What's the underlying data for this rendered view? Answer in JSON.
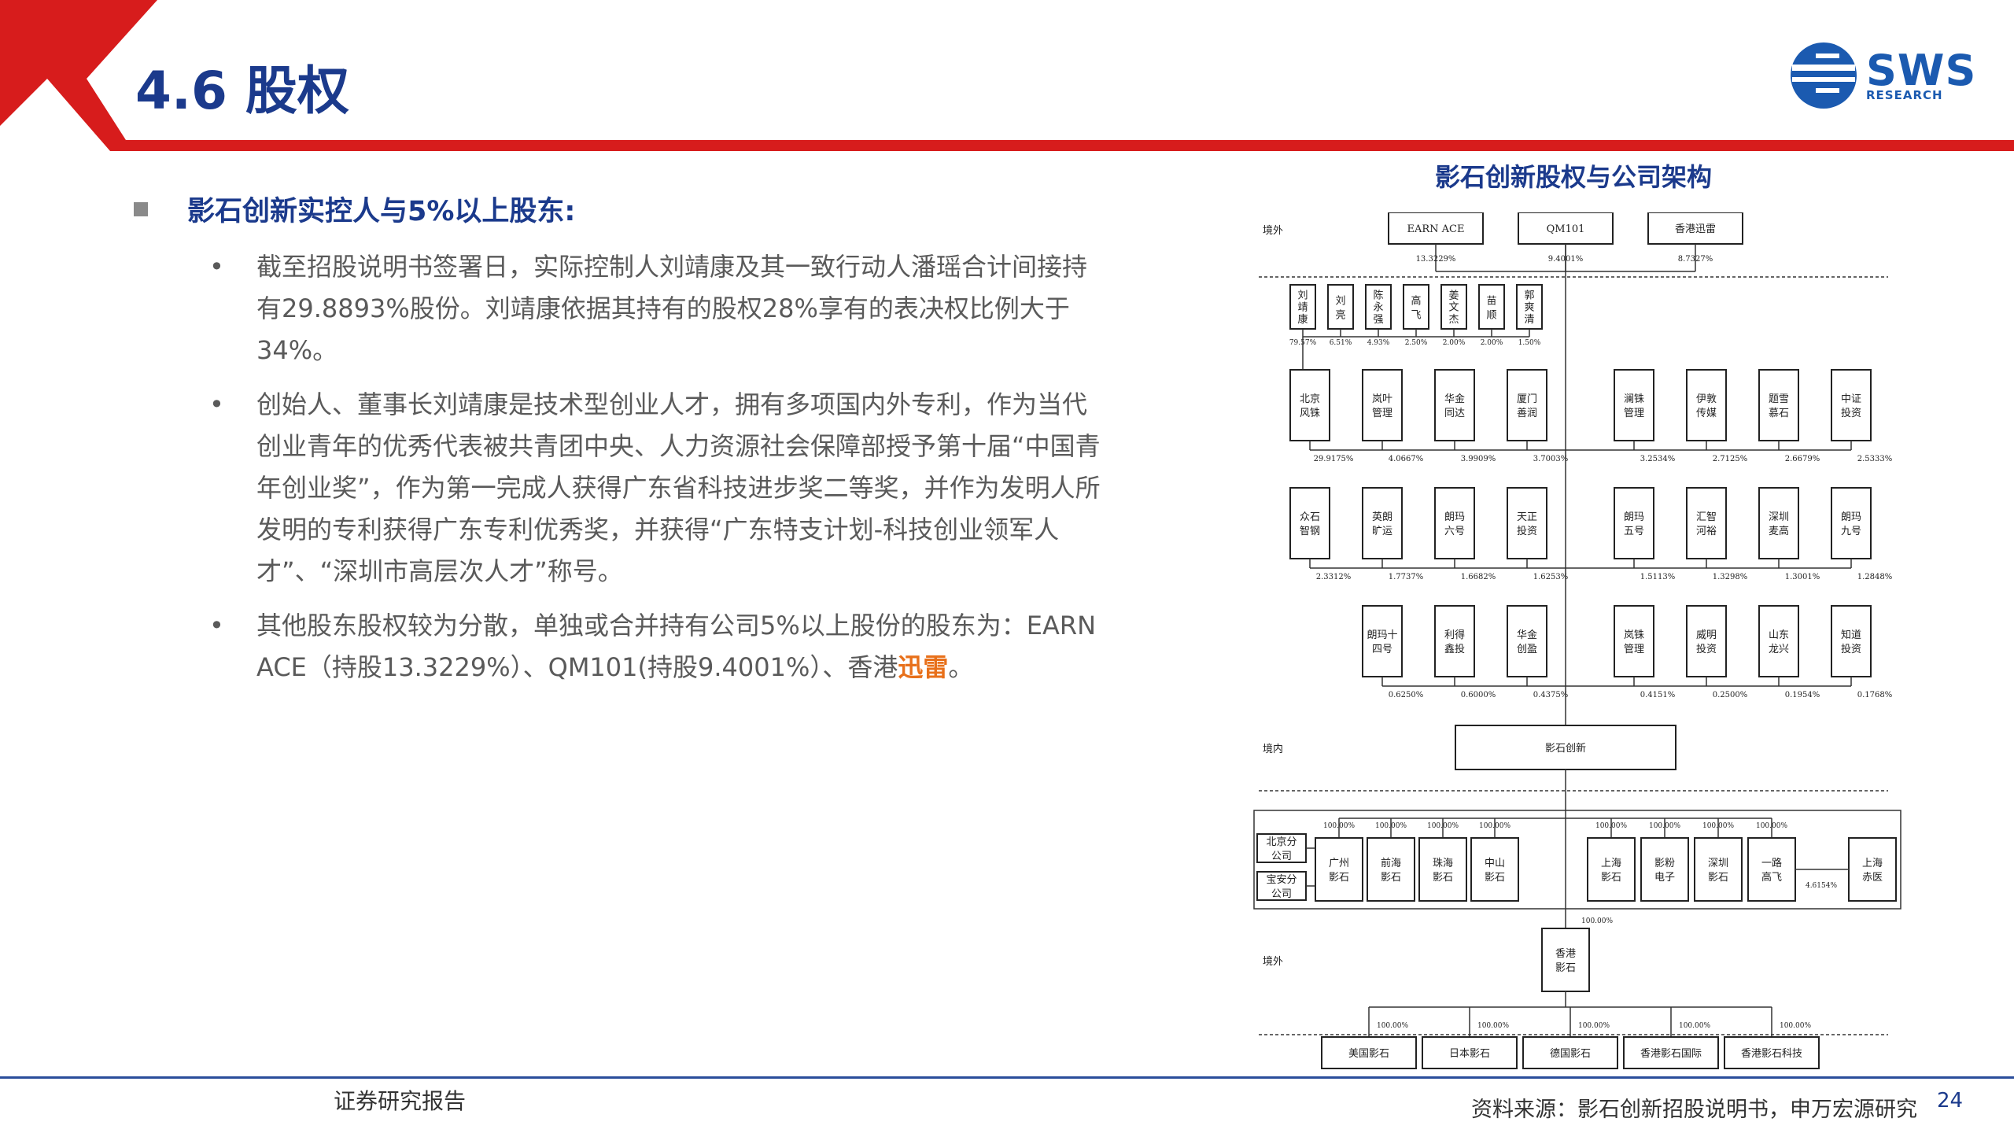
{
  "header": {
    "title": "4.6 股权",
    "logo_text": "SWS",
    "logo_sub": "RESEARCH",
    "brand_colors": {
      "red": "#d71c1c",
      "blue": "#1b3a8c"
    }
  },
  "content": {
    "heading": "影石创新实控人与5%以上股东:",
    "bullets": [
      {
        "text": "截至招股说明书签署日，实际控制人刘靖康及其一致行动人潘瑶合计间接持有29.8893%股份。刘靖康依据其持有的股权28%享有的表决权比例大于34%。"
      },
      {
        "text": "创始人、董事长刘靖康是技术型创业人才，拥有多项国内外专利，作为当代创业青年的优秀代表被共青团中央、人力资源社会保障部授予第十届“中国青年创业奖”，作为第一完成人获得广东省科技进步奖二等奖，并作为发明人所发明的专利获得广东专利优秀奖，并获得“广东特支计划-科技创业领军人才”、“深圳市高层次人才”称号。"
      },
      {
        "text_before": "其他股东股权较为分散，单独或合并持有公司5%以上股份的股东为：EARN ACE（持股13.3229%）、QM101(持股9.4001%）、香港",
        "highlight": "迅雷",
        "text_after": "。"
      }
    ]
  },
  "chart": {
    "title": "影石创新股权与公司架构",
    "region_labels": [
      "境外",
      "境内",
      "境外"
    ],
    "top_shareholders": [
      {
        "name": "EARN ACE",
        "pct": "13.3229%"
      },
      {
        "name": "QM101",
        "pct": "9.4001%"
      },
      {
        "name": "香港迅雷",
        "pct": "8.7327%"
      }
    ],
    "individuals": [
      {
        "name": "刘靖康",
        "pct": "79.57%"
      },
      {
        "name": "刘亮",
        "pct": "6.51%"
      },
      {
        "name": "陈永强",
        "pct": "4.93%"
      },
      {
        "name": "高飞",
        "pct": "2.50%"
      },
      {
        "name": "姜文杰",
        "pct": "2.00%"
      },
      {
        "name": "苗顺",
        "pct": "2.00%"
      },
      {
        "name": "郭爽清",
        "pct": "1.50%"
      }
    ],
    "row1": [
      {
        "name": "北京风铢",
        "pct": "29.9175%"
      },
      {
        "name": "岚叶管理",
        "pct": "4.0667%"
      },
      {
        "name": "华金同达",
        "pct": "3.9909%"
      },
      {
        "name": "厦门善润",
        "pct": "3.7003%"
      },
      {
        "name": "澜铢管理",
        "pct": "3.2534%"
      },
      {
        "name": "伊敦传媒",
        "pct": "2.7125%"
      },
      {
        "name": "题雪慕石",
        "pct": "2.6679%"
      },
      {
        "name": "中证投资",
        "pct": "2.5333%"
      }
    ],
    "row2": [
      {
        "name": "众石智钢",
        "pct": "2.3312%"
      },
      {
        "name": "英朗旷运",
        "pct": "1.7737%"
      },
      {
        "name": "朗玛六号",
        "pct": "1.6682%"
      },
      {
        "name": "天正投资",
        "pct": "1.6253%"
      },
      {
        "name": "朗玛五号",
        "pct": "1.5113%"
      },
      {
        "name": "汇智河裕",
        "pct": "1.3298%"
      },
      {
        "name": "深圳麦高",
        "pct": "1.3001%"
      },
      {
        "name": "朗玛九号",
        "pct": "1.2848%"
      }
    ],
    "row3": [
      {
        "name": "朗玛十四号",
        "pct": "0.6250%"
      },
      {
        "name": "利得鑫投",
        "pct": "0.6000%"
      },
      {
        "name": "华金创盈",
        "pct": "0.4375%"
      },
      {
        "name": "岚铢管理",
        "pct": "0.4151%"
      },
      {
        "name": "威明投资",
        "pct": "0.2500%"
      },
      {
        "name": "山东龙兴",
        "pct": "0.1954%"
      },
      {
        "name": "知道投资",
        "pct": "0.1768%"
      }
    ],
    "company": "影石创新",
    "branches": [
      "北京分公司",
      "宝安分公司"
    ],
    "domestic_subs": [
      {
        "name": "广州影石",
        "pct": "100.00%"
      },
      {
        "name": "前海影石",
        "pct": "100.00%"
      },
      {
        "name": "珠海影石",
        "pct": "100.00%"
      },
      {
        "name": "中山影石",
        "pct": "100.00%"
      },
      {
        "name": "上海影石",
        "pct": "100.00%"
      },
      {
        "name": "影粉电子",
        "pct": "100.00%"
      },
      {
        "name": "深圳影石",
        "pct": "100.00%"
      },
      {
        "name": "一路高飞",
        "pct": "100.00%"
      }
    ],
    "shanghai_affiliate": {
      "name": "上海赤医",
      "pct": "4.6154%"
    },
    "hk_sub": {
      "name": "香港影石",
      "pct": "100.00%"
    },
    "overseas_subs": [
      {
        "name": "美国影石",
        "pct": "100.00%"
      },
      {
        "name": "日本影石",
        "pct": "100.00%"
      },
      {
        "name": "德国影石",
        "pct": "100.00%"
      },
      {
        "name": "香港影石国际",
        "pct": "100.00%"
      },
      {
        "name": "香港影石科技",
        "pct": "100.00%"
      }
    ]
  },
  "footer": {
    "label": "证券研究报告",
    "source": "资料来源：影石创新招股说明书，申万宏源研究",
    "page": "24"
  }
}
